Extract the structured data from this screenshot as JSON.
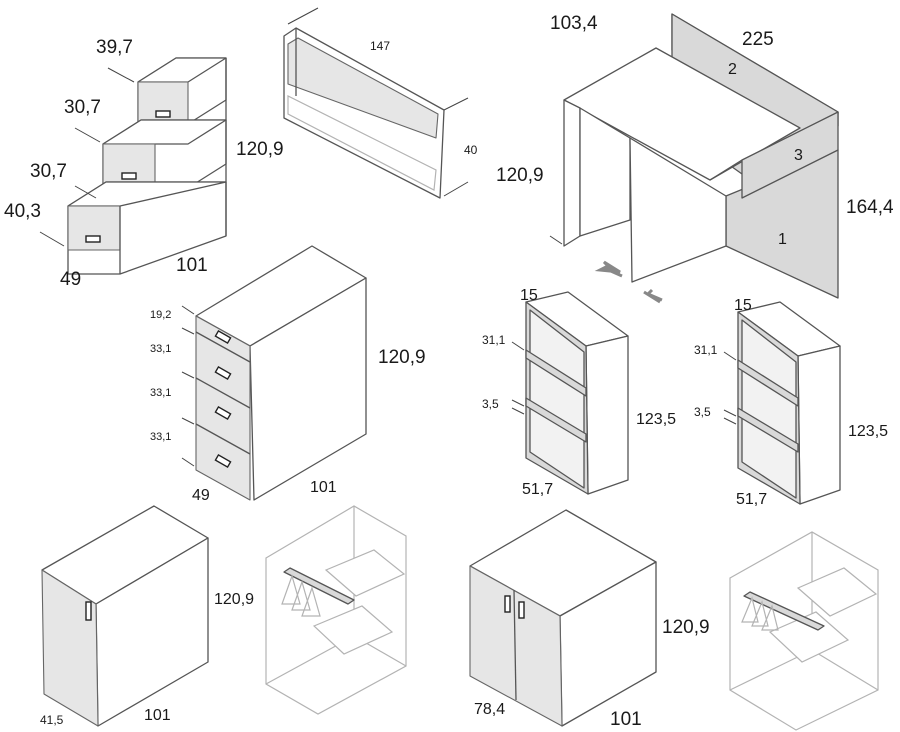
{
  "stairs_unit": {
    "step_labels": [
      "39,7",
      "30,7",
      "30,7",
      "40,3"
    ],
    "height": "120,9",
    "depth": "49",
    "width": "101"
  },
  "shelf_panel": {
    "width": "147",
    "height": "40"
  },
  "desk": {
    "depth": "103,4",
    "width": "225",
    "height_left": "120,9",
    "height_right": "164,4",
    "panel_labels": [
      "1",
      "2",
      "3"
    ]
  },
  "drawer_chest": {
    "drawer_labels": [
      "19,2",
      "33,1",
      "33,1",
      "33,1"
    ],
    "height": "120,9",
    "depth": "49",
    "width": "101"
  },
  "bookcase_a": {
    "top": "15",
    "shelf_gap": "31,1",
    "shelf_thickness": "3,5",
    "height": "123,5",
    "width": "51,7"
  },
  "bookcase_b": {
    "top": "15",
    "shelf_gap": "31,1",
    "shelf_thickness": "3,5",
    "height": "123,5",
    "width": "51,7"
  },
  "wardrobe_single": {
    "height": "120,9",
    "depth": "41,5",
    "width": "101"
  },
  "wardrobe_double": {
    "height": "120,9",
    "depth": "78,4",
    "width": "101"
  },
  "colors": {
    "line": "#555555",
    "panel_fill": "#d9d9d9",
    "ghost_line": "#b3b3b3"
  }
}
